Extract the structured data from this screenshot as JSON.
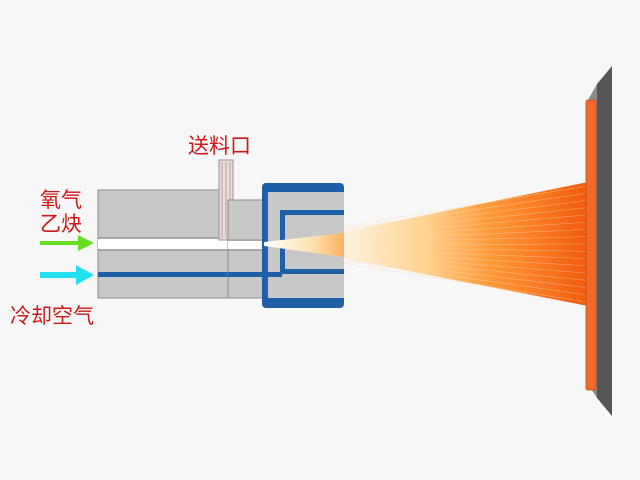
{
  "labels": {
    "feed_port": "送料口",
    "oxygen": "氧气",
    "acetylene": "乙炔",
    "cooling_air": "冷却空气"
  },
  "colors": {
    "background": "#f7f7f7",
    "gun_body": "#c8c8c8",
    "outline": "#8a8a8a",
    "nozzle_blue": "#1f5fa8",
    "flame_light": "#ffe2b0",
    "flame_mid": "#ff9a3a",
    "flame_dark": "#f05a10",
    "coating": "#f26a2a",
    "substrate": "#555555",
    "gas_arrow": "#66dd22",
    "air_arrow": "#22e0f0",
    "label_text": "#cc1a1a"
  },
  "icons": {
    "gas_inlet": "arrow-right-icon",
    "air_inlet": "arrow-right-icon"
  }
}
